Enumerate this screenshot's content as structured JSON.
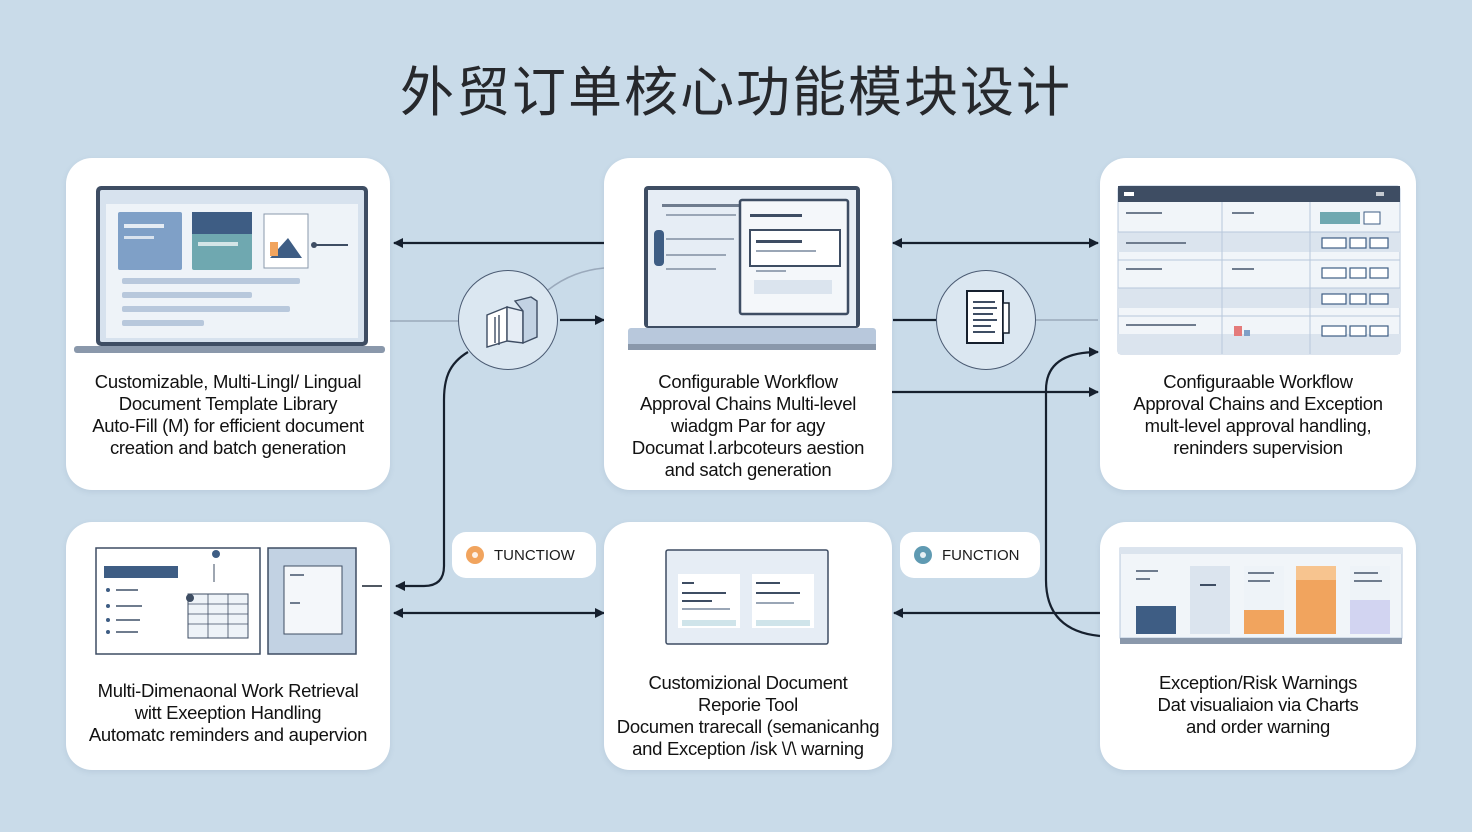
{
  "title": "外贸订单核心功能模块设计",
  "cards": [
    {
      "lines": [
        "Customizable, Multi-Lingl/ Lingual",
        "Document Template Library",
        "Auto-Fill (M) for efficient document",
        "creation and batch generation"
      ]
    },
    {
      "lines": [
        "Configurable Workflow",
        "Approval Chains Multi-level",
        "wiadgm Par for agy",
        "Documat l.arbcoteurs aestion",
        "and satch generation"
      ]
    },
    {
      "lines": [
        "Configuraable Workflow",
        "Approval Chains and Exception",
        "mult-level approval handling,",
        "reninders supervision"
      ]
    },
    {
      "lines": [
        "Multi-Dimenaonal Work Retrieval",
        "witt   Exeeption Handling",
        "Automatc reminders and aupervion"
      ]
    },
    {
      "lines": [
        "Customizional Document",
        "Reporie Tool",
        "Documen trarecall (semanicanhg",
        "and Exception /isk \\/\\ warning"
      ]
    },
    {
      "lines": [
        "Exception/Risk Warnings",
        "Dat visualiaion via Charts",
        "and order warning"
      ]
    }
  ],
  "pills": [
    {
      "label": "TUNCTIOW",
      "color": "#f1a45e"
    },
    {
      "label": "FUNCTION",
      "color": "#5f9ab2"
    }
  ],
  "icons": {
    "hub_left": "cube-icon",
    "hub_right": "document-icon"
  },
  "colors": {
    "background": "#c9dbe9",
    "card": "#ffffff",
    "line": "#16202e",
    "accent_blue": "#7fa0c7",
    "accent_teal": "#6fa8b0",
    "accent_orange": "#f1a45e"
  }
}
